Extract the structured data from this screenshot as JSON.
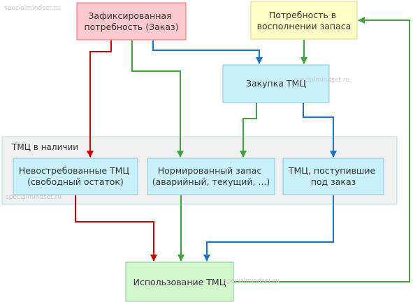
{
  "watermark": "specialmindset.ru",
  "colors": {
    "red": "#c80000",
    "green": "#3fa33f",
    "blue": "#1f72c0",
    "order_fill": "#fdc9cc",
    "order_stroke": "#e46a74",
    "need_fill": "#ffffc7",
    "need_stroke": "#d8d87a",
    "cyan_fill": "#c9f1fc",
    "cyan_stroke": "#80c8de",
    "group_fill": "#f1f1f1",
    "group_stroke": "#b9dcea",
    "use_fill": "#d3f7cf",
    "use_stroke": "#8ac48a"
  },
  "nodes": {
    "order": {
      "line1": "Зафиксированная",
      "line2": "потребность (Заказ)"
    },
    "replenish": {
      "line1": "Потребность в",
      "line2": "восполнении запаса"
    },
    "purchase": {
      "label": "Закупка ТМЦ"
    },
    "group": {
      "label": "ТМЦ в наличии"
    },
    "free_stock": {
      "line1": "Невостребованные ТМЦ",
      "line2": "(свободный остаток)"
    },
    "normal_stock": {
      "line1": "Нормированный запас",
      "line2": "(аварийный, текущий, ...)"
    },
    "ordered_stock": {
      "line1": "ТМЦ, поступившие",
      "line2": "под заказ"
    },
    "usage": {
      "label": "Использование ТМЦ"
    }
  }
}
